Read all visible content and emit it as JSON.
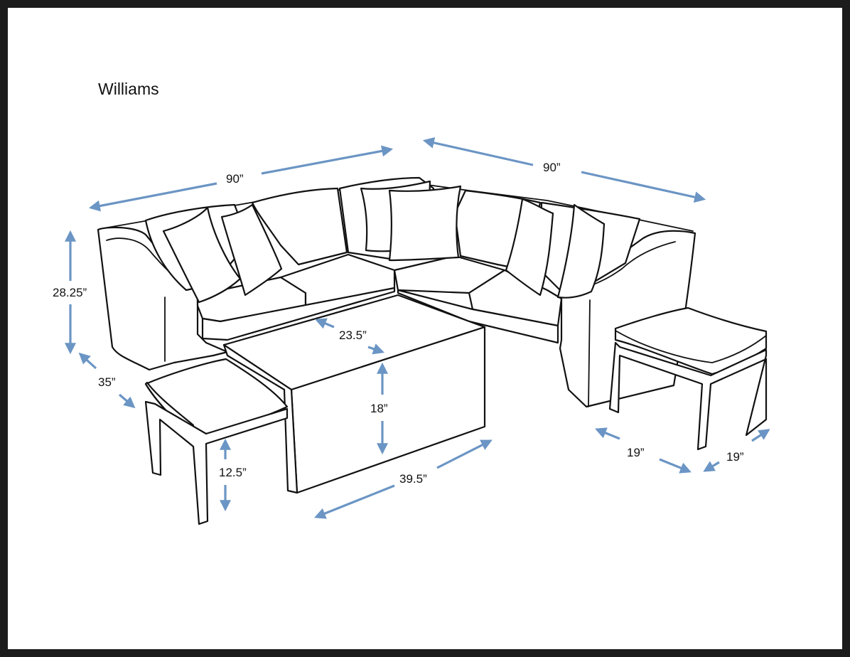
{
  "title": "Williams",
  "colors": {
    "frame": "#1c1c1c",
    "arrow": "#6b95c4",
    "line": "#111111"
  },
  "dimensions": {
    "left_sofa_length": "90”",
    "right_sofa_length": "90”",
    "sofa_height": "28.25”",
    "sofa_depth": "35”",
    "table_depth": "23.5”",
    "table_height": "18”",
    "table_length": "39.5”",
    "ottoman_height": "12.5”",
    "ottoman_width": "19”",
    "ottoman_depth": "19”"
  }
}
